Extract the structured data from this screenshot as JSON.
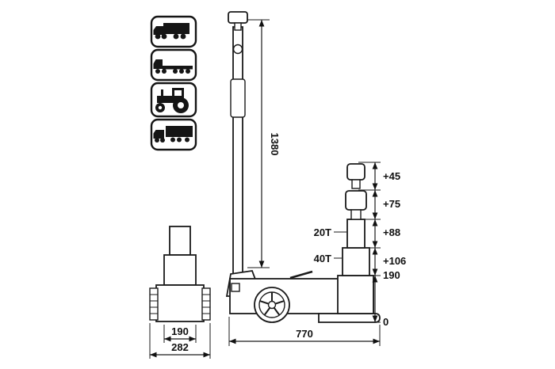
{
  "icons": {
    "items": [
      {
        "name": "box-truck"
      },
      {
        "name": "flatbed-truck"
      },
      {
        "name": "tractor"
      },
      {
        "name": "trailer-truck"
      }
    ]
  },
  "side_view": {
    "height_dim": "1380",
    "length_dim": "770"
  },
  "front_view": {
    "inner_width_dim": "190",
    "outer_width_dim": "282"
  },
  "height_scale": {
    "ext_45": "+45",
    "ext_75": "+75",
    "ext_88": "+88",
    "ext_106": "+106",
    "min_height": "190",
    "ground": "0"
  },
  "capacity": {
    "ram_20t": "20T",
    "ram_40t": "40T"
  }
}
